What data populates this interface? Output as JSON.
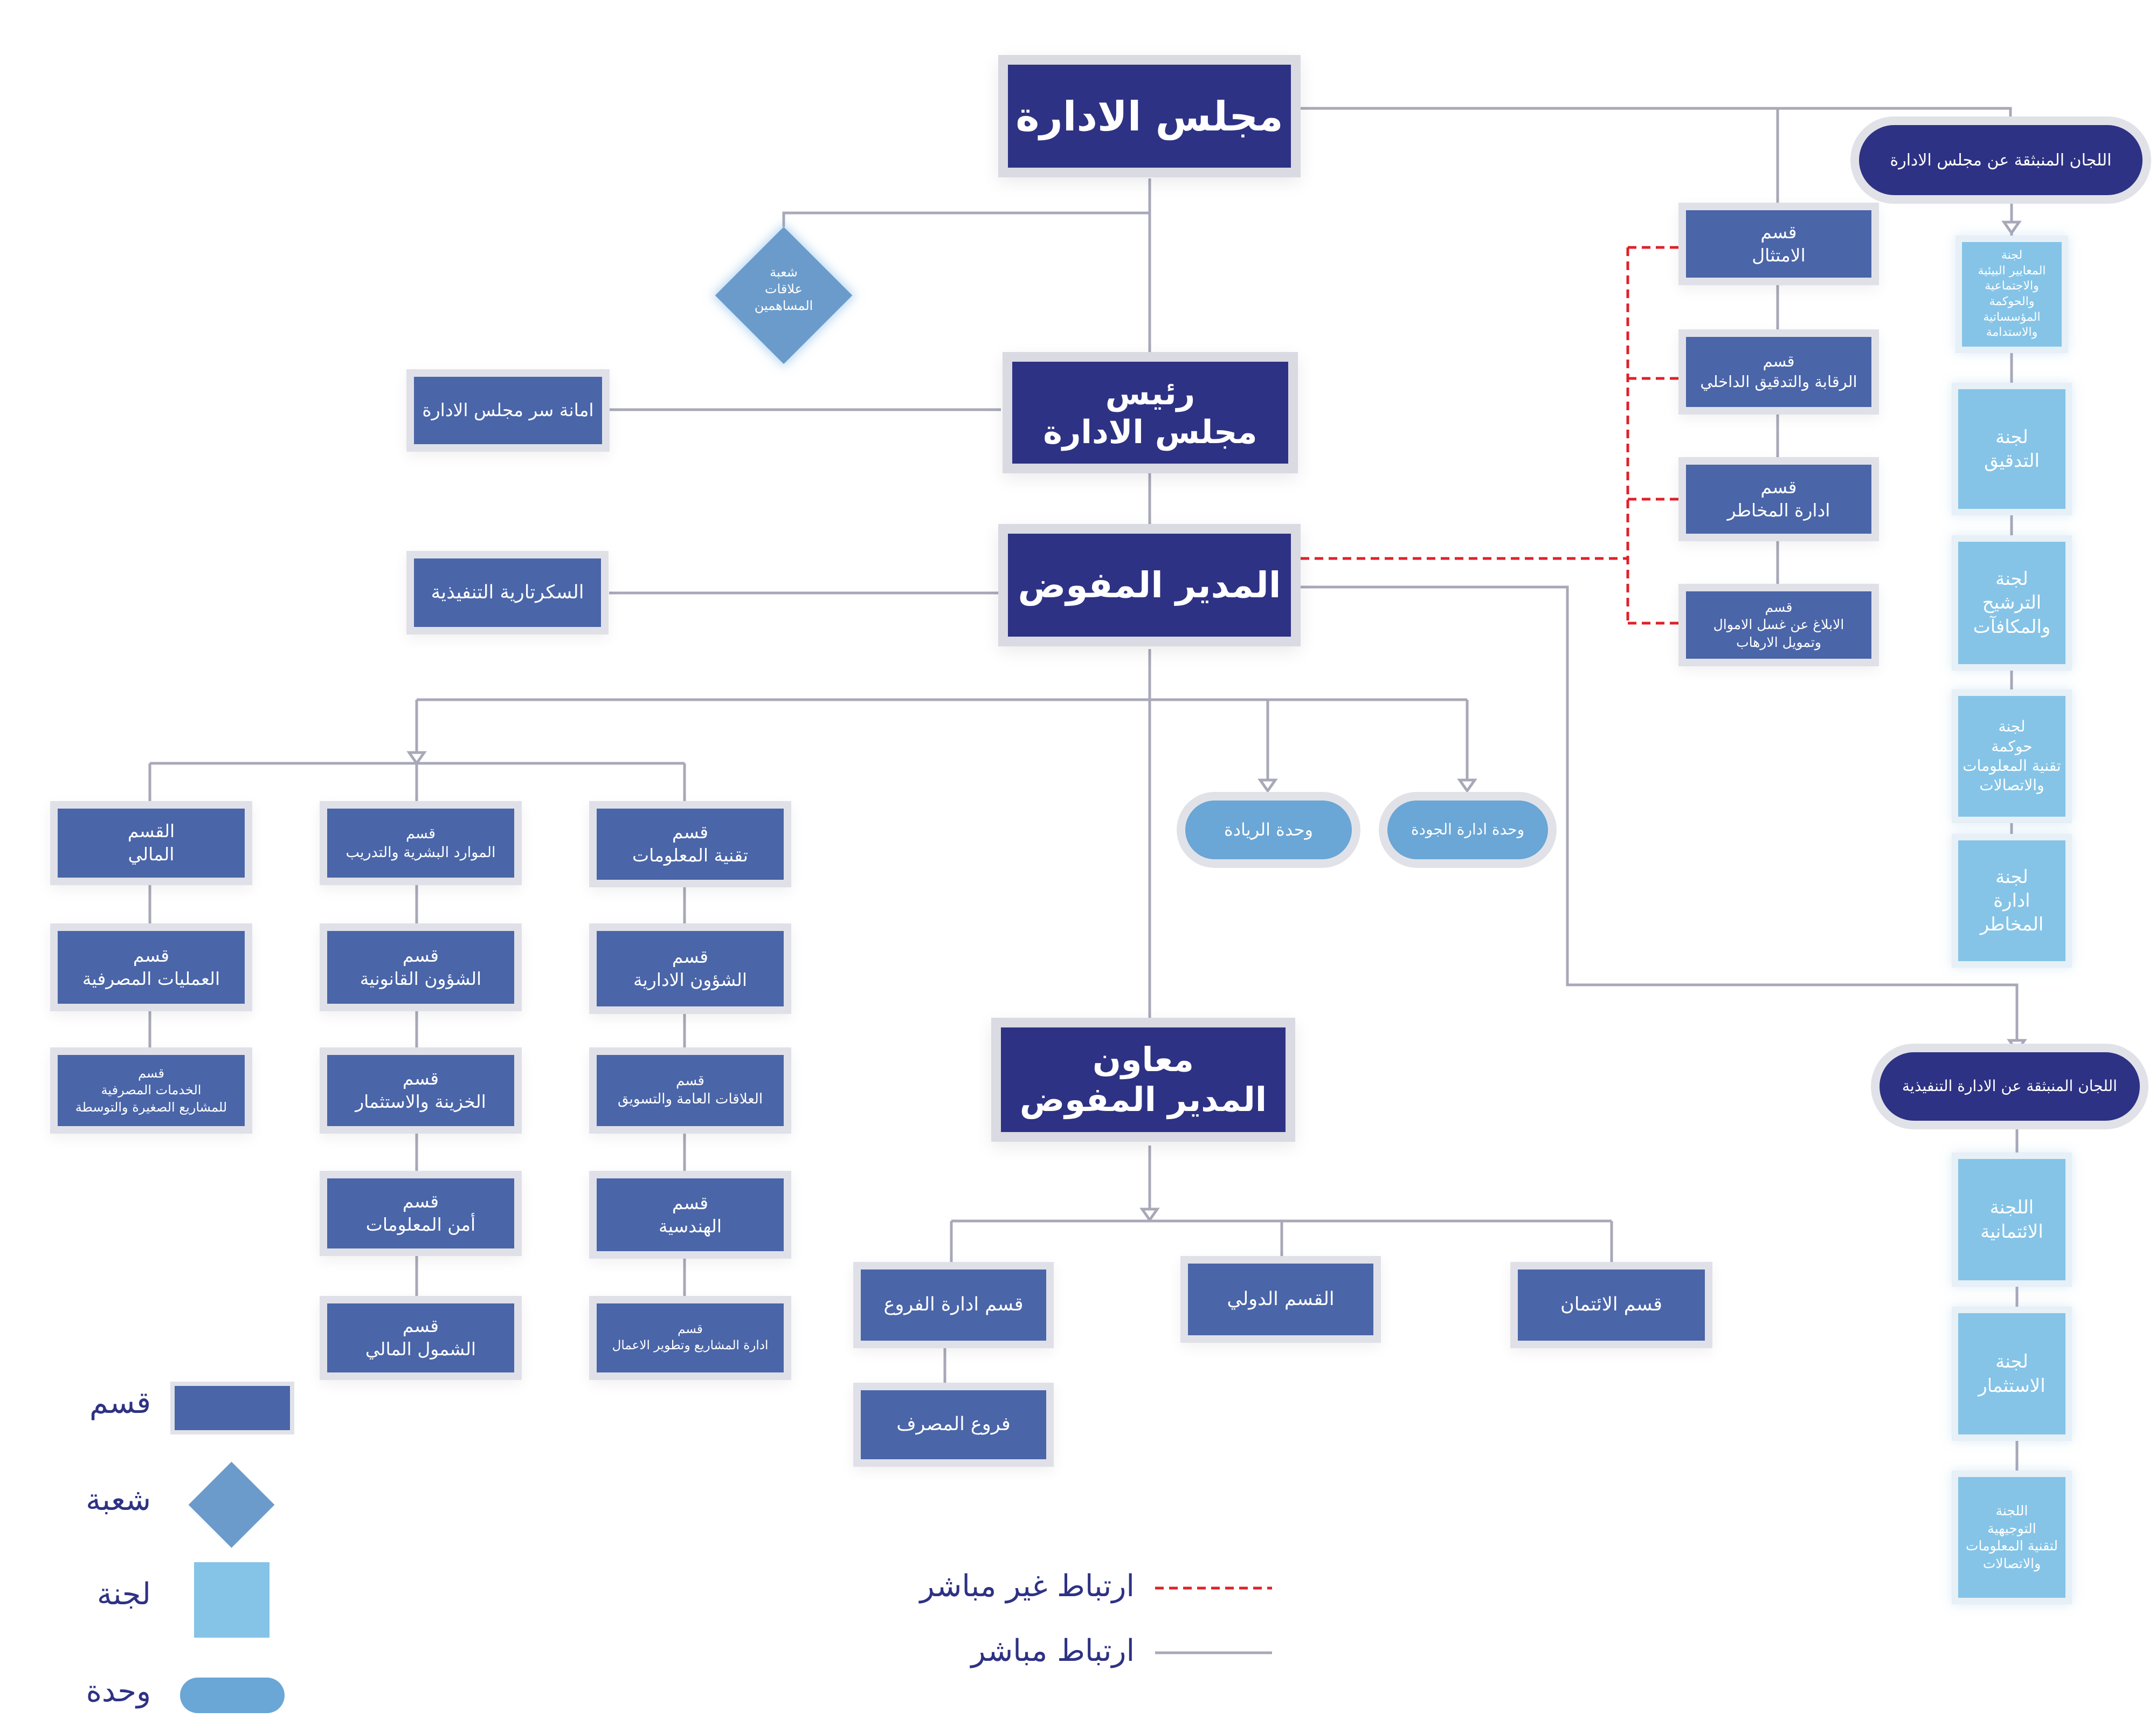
{
  "colors": {
    "navy": "#2e3284",
    "section": "#4a65a8",
    "committee": "#85c4e7",
    "branch": "#6b9bcb",
    "unit": "#6aa6d6",
    "line": "#a8a8b8",
    "indirect": "#e0202a"
  },
  "board": "مجلس الادارة",
  "chairman": "رئيس\nمجلس الادارة",
  "md": "المدير المفوض",
  "deputy": "معاون\nالمدير المفوض",
  "board_secretariat": "امانة سر مجلس الادارة",
  "exec_secretariat": "السكرتارية التنفيذية",
  "shareholders_branch": "شعبة\nعلاقات\nالمساهمين",
  "board_committees": {
    "header": "اللجان المنبثقة عن مجلس الادارة",
    "items": [
      "لجنة\nالمعايير البيئية\nوالاجتماعية\nوالحوكمة\nالمؤسساتية\nوالاستدامة",
      "لجنة\nالتدقيق",
      "لجنة\nالترشيح\nوالمكافآت",
      "لجنة\nحوكمة\nتقنية المعلومات\nوالاتصالات",
      "لجنة\nادارة\nالمخاطر"
    ]
  },
  "exec_committees": {
    "header": "اللجان المنبثقة عن الادارة التنفيذية",
    "items": [
      "اللجنة\nالائتمانية",
      "لجنة\nالاستثمار",
      "اللجنة\nالتوجيهية\nلتقنية المعلومات\nوالاتصالات"
    ]
  },
  "control_sections": [
    "قسم\nالامتثال",
    "قسم\nالرقابة والتدقيق الداخلي",
    "قسم\nادارة المخاطر",
    "قسم\nالابلاغ عن غسل الاموال\nوتمويل الارهاب"
  ],
  "units": [
    "وحدة الريادة",
    "وحدة ادارة الجودة"
  ],
  "col_a": [
    "القسم\nالمالي",
    "قسم\nالعمليات المصرفية",
    "قسم\nالخدمات المصرفية\nللمشاريع الصغيرة والتوسطة"
  ],
  "col_b": [
    "قسم\nالموارد البشرية والتدريب",
    "قسم\nالشؤون القانونية",
    "قسم\nالخزينة والاستثمار",
    "قسم\nأمن المعلومات",
    "قسم\nالشمول المالي"
  ],
  "col_c": [
    "قسم\nتقنية المعلومات",
    "قسم\nالشؤون الادارية",
    "قسم\nالعلاقات العامة والتسويق",
    "قسم\nالهندسية",
    "قسم\nادارة المشاريع وتطوير الاعمال"
  ],
  "deputy_children": [
    "قسم ادارة الفروع",
    "فروع المصرف",
    "القسم الدولي",
    "قسم الائتمان"
  ],
  "legend": {
    "section": "قسم",
    "branch": "شعبة",
    "committee": "لجنة",
    "unit": "وحدة",
    "indirect": "ارتباط غير مباشر",
    "direct": "ارتباط مباشر"
  }
}
